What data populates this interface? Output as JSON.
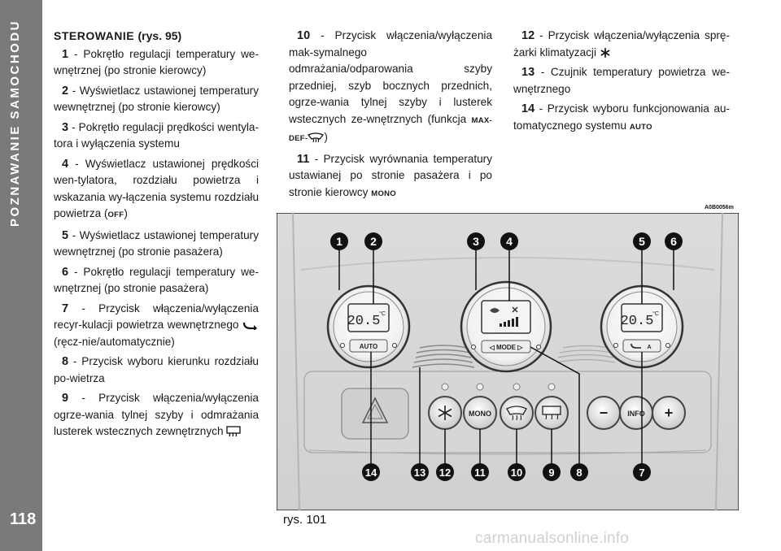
{
  "sidebar": {
    "title": "POZNAWANIE SAMOCHODU",
    "page_number": "118"
  },
  "section": {
    "title": "STEROWANIE",
    "ref": "(rys. 95)"
  },
  "items": [
    {
      "num": "1",
      "text": "- Pokrętło regulacji temperatury we-wnętrznej (po stronie kierowcy)"
    },
    {
      "num": "2",
      "text": "- Wyświetlacz ustawionej temperatury wewnętrznej (po stronie kierowcy)"
    },
    {
      "num": "3",
      "text": "- Pokrętło regulacji prędkości wentyla-tora i wyłączenia systemu"
    },
    {
      "num": "4",
      "text": "- Wyświetlacz ustawionej prędkości wen-tylatora, rozdziału powietrza i wskazania wy-łączenia systemu rozdziału powietrza (",
      "tag": "OFF",
      "after": ")"
    },
    {
      "num": "5",
      "text": "- Wyświetlacz ustawionej temperatury wewnętrznej (po stronie pasażera)"
    },
    {
      "num": "6",
      "text": "- Pokrętło regulacji temperatury we-wnętrznej (po stronie pasażera)"
    },
    {
      "num": "7",
      "text": "- Przycisk włączenia/wyłączenia recyr-kulacji powietrza wewnętrznego",
      "after": " (ręcz-nie/automatycznie)"
    },
    {
      "num": "8",
      "text": "- Przycisk wyboru kierunku rozdziału po-wietrza"
    },
    {
      "num": "9",
      "text": "- Przycisk włączenia/wyłączenia ogrze-wania tylnej szyby i odmrażania lusterek wstecznych zewnętrznych"
    },
    {
      "num": "10",
      "text": "- Przycisk włączenia/wyłączenia mak-symalnego odmrażania/odparowania szyby przedniej, szyb bocznych przednich, ogrze-wania tylnej szyby i lusterek wstecznych ze-wnętrznych (funkcja",
      "tag": "MAX-DEF-",
      "after": ")"
    },
    {
      "num": "11",
      "text": "- Przycisk wyrównania temperatury ustawianej po stronie pasażera i po stronie kierowcy",
      "tag": "MONO"
    },
    {
      "num": "12",
      "text": "- Przycisk włączenia/wyłączenia sprę-żarki klimatyzacji"
    },
    {
      "num": "13",
      "text": "- Czujnik temperatury powietrza we-wnętrznego"
    },
    {
      "num": "14",
      "text": "- Przycisk wyboru funkcjonowania au-tomatycznego systemu",
      "tag": "AUTO"
    }
  ],
  "figure": {
    "code": "A0B0056m",
    "caption": "rys. 101",
    "left_display": {
      "temp": "20.5",
      "unit": "°C",
      "label": "AUTO"
    },
    "center_display": {
      "label": "◁ MODE ▷"
    },
    "right_display": {
      "temp": "20.5",
      "unit": "°C",
      "label": "A"
    },
    "buttons": {
      "mono": "MONO",
      "info": "INFO",
      "minus": "−",
      "plus": "+"
    },
    "callouts_top": [
      "1",
      "2",
      "3",
      "4",
      "5",
      "6"
    ],
    "callouts_bottom": [
      "14",
      "13",
      "12",
      "11",
      "10",
      "9",
      "8",
      "7"
    ]
  },
  "watermark": "carmanualsonline.info"
}
